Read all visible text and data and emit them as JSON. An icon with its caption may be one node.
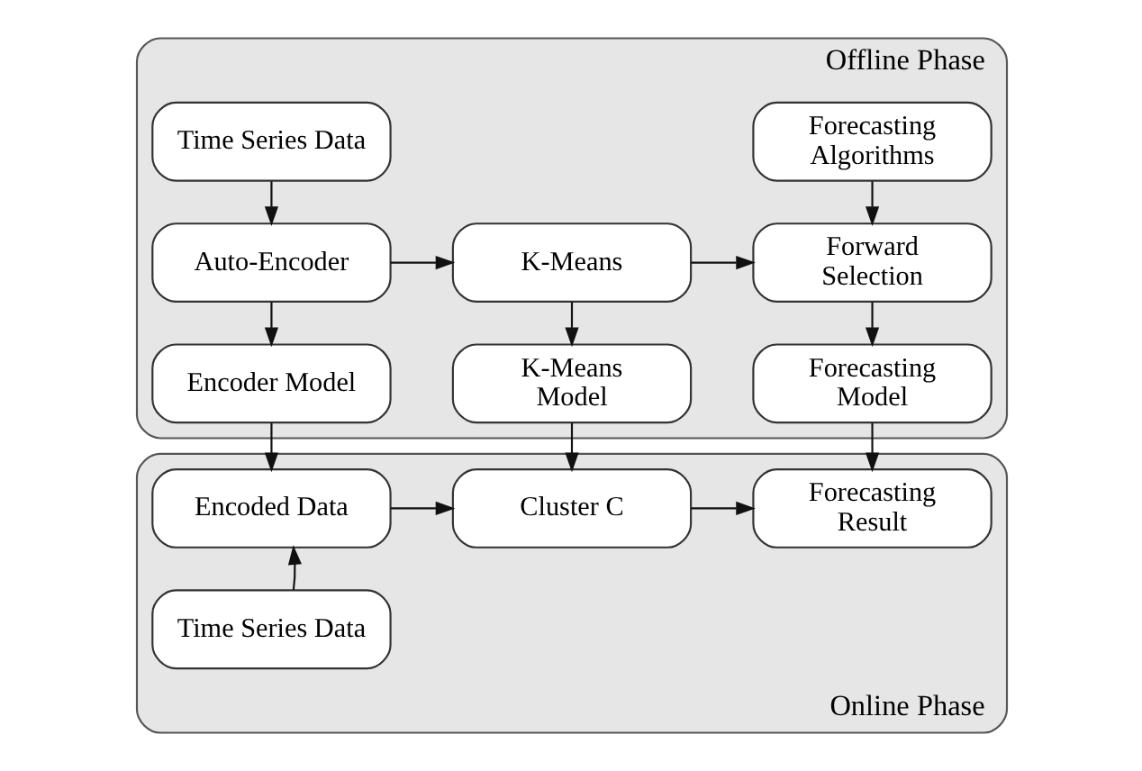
{
  "diagram": {
    "nodes": [
      {
        "text": [
          "Offline Phase"
        ]
      },
      {
        "text": [
          "Time Series Data"
        ],
        "in": 0
      },
      {
        "text": [
          "Forecasting Algorithms"
        ],
        "in": 0
      },
      {
        "text": [
          "Auto-Encoder"
        ],
        "in": 0
      },
      {
        "text": [
          "K-Means"
        ],
        "in": 0
      },
      {
        "text": [
          "Forward Selection"
        ],
        "in": 0
      },
      {
        "text": [
          "Encoder Model"
        ],
        "in": 0
      },
      {
        "text": [
          "K-Means Model"
        ],
        "in": 0
      },
      {
        "text": [
          "Forecasting Model"
        ],
        "in": 0
      },
      {
        "text": [
          "Online Phase"
        ]
      },
      {
        "text": [
          "Encoded Data"
        ],
        "in": 9
      },
      {
        "text": [
          "Cluster C"
        ],
        "in": 9
      },
      {
        "text": [
          "Forecasting Result"
        ],
        "in": 9
      },
      {
        "text": [
          "Time Series Data"
        ],
        "in": 9
      }
    ],
    "edges": [
      {
        "from": 1,
        "to": 3,
        "arrow": "to"
      },
      {
        "from": 2,
        "to": 5,
        "arrow": "to"
      },
      {
        "from": 3,
        "to": 4,
        "arrow": "to"
      },
      {
        "from": 4,
        "to": 5,
        "arrow": "to"
      },
      {
        "from": 3,
        "to": 6,
        "arrow": "to"
      },
      {
        "from": 4,
        "to": 7,
        "arrow": "to"
      },
      {
        "from": 5,
        "to": 8,
        "arrow": "to"
      },
      {
        "from": 6,
        "to": 10,
        "arrow": "to"
      },
      {
        "from": 7,
        "to": 11,
        "arrow": "to"
      },
      {
        "from": 8,
        "to": 12,
        "arrow": "to"
      },
      {
        "from": 10,
        "to": 11,
        "arrow": "to"
      },
      {
        "from": 11,
        "to": 12,
        "arrow": "to"
      },
      {
        "from": 13,
        "to": 10,
        "arrow": "to"
      }
    ]
  }
}
